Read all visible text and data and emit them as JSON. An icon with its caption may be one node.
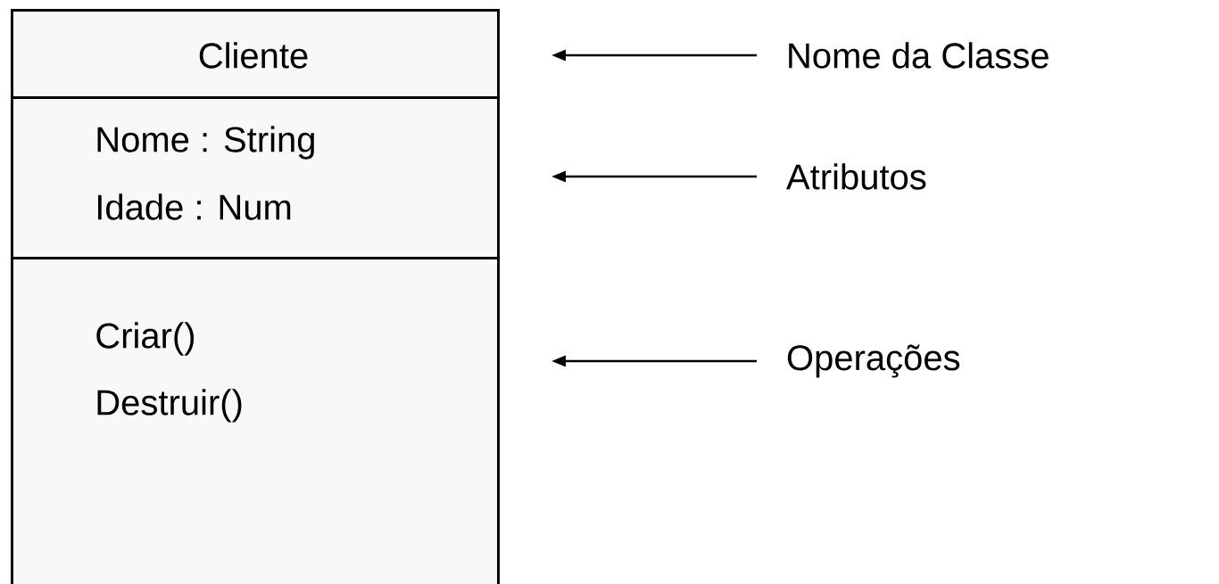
{
  "diagram": {
    "nodes": [
      {
        "text": [
          "Cliente"
        ]
      },
      {
        "text": [
          "Nome : String",
          "Idade : Num"
        ]
      },
      {
        "text": [
          "Criar()",
          "Destruir()"
        ]
      },
      {
        "text": [
          "Nome da Classe"
        ]
      },
      {
        "text": [
          "Atributos"
        ]
      },
      {
        "text": [
          "Operações"
        ]
      }
    ],
    "edges": [
      {
        "from": 3,
        "to": 0,
        "arrow": "to"
      },
      {
        "from": 4,
        "to": 1,
        "arrow": "to"
      },
      {
        "from": 5,
        "to": 2,
        "arrow": "to"
      }
    ]
  }
}
